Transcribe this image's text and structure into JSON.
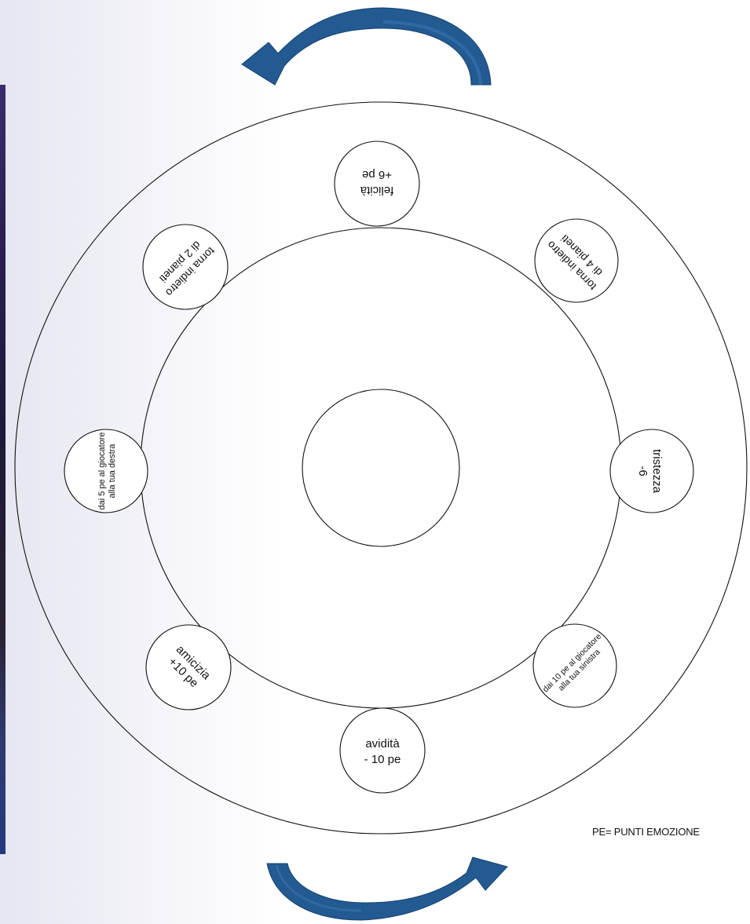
{
  "colors": {
    "arrow": "#235a92",
    "line": "#111111",
    "strip": "#2a1f52"
  },
  "spaces": [
    {
      "id": "felicita",
      "line1": "felicità",
      "line2": "+6 pe"
    },
    {
      "id": "torna4",
      "line1": "torna indietro",
      "line2": "di 4 pianeti"
    },
    {
      "id": "tristezza",
      "line1": "tristezza",
      "line2": "-6"
    },
    {
      "id": "dai10",
      "line1": "dai 10 pe al giocatore",
      "line2": "alla tua sinistra"
    },
    {
      "id": "avidita",
      "line1": "avidità",
      "line2": "- 10 pe"
    },
    {
      "id": "amicizia",
      "line1": "amicizia",
      "line2": "+10 pe"
    },
    {
      "id": "dai5",
      "line1": "dai 5 pe al giocatore",
      "line2": "alla tua destra"
    },
    {
      "id": "torna2",
      "line1": "torna indietro",
      "line2": "di 2 pianeti"
    }
  ],
  "arrows": {
    "top": {
      "icon": "curved-arrow-left-icon"
    },
    "bottom": {
      "icon": "curved-arrow-right-icon"
    }
  },
  "legend": {
    "text": "PE= PUNTI EMOZIONE"
  }
}
